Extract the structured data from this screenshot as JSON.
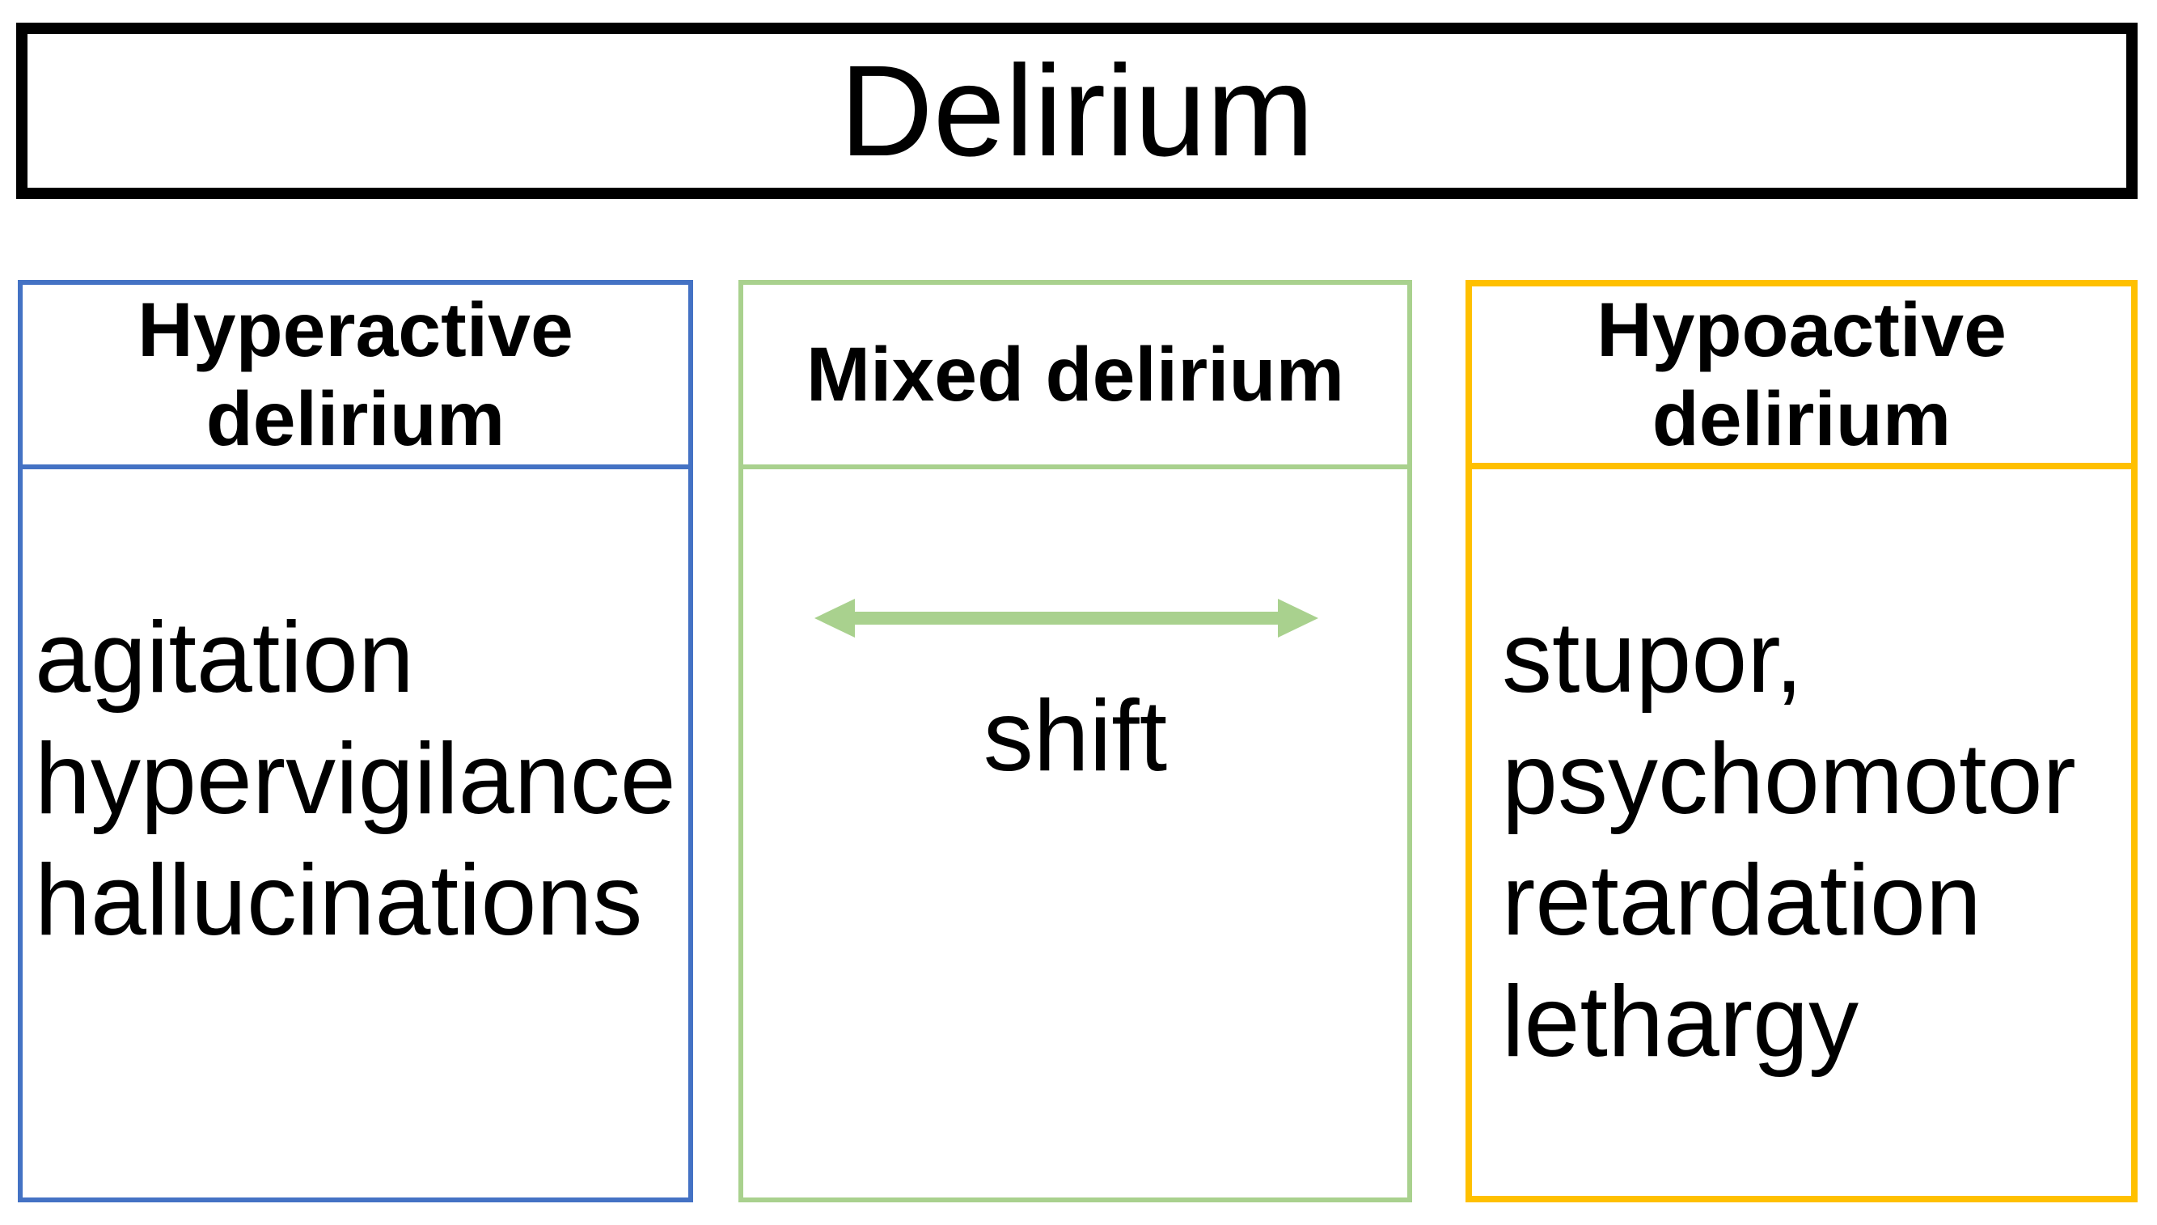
{
  "title": {
    "label": "Delirium",
    "border_color": "#000000"
  },
  "columns": [
    {
      "id": "hyperactive",
      "header": "Hyperactive\ndelirium",
      "body": "agitation\nhypervigilance\nhallucinations",
      "border_color": "#4472C4"
    },
    {
      "id": "mixed",
      "header": "Mixed delirium",
      "body": "shift",
      "border_color": "#A9D18E",
      "arrow_color": "#A9D18E",
      "arrow_icon": "double-headed-horizontal-arrow"
    },
    {
      "id": "hypoactive",
      "header": "Hypoactive\ndelirium",
      "body": "stupor,\npsychomotor\nretardation\nlethargy",
      "border_color": "#FFC000"
    }
  ]
}
